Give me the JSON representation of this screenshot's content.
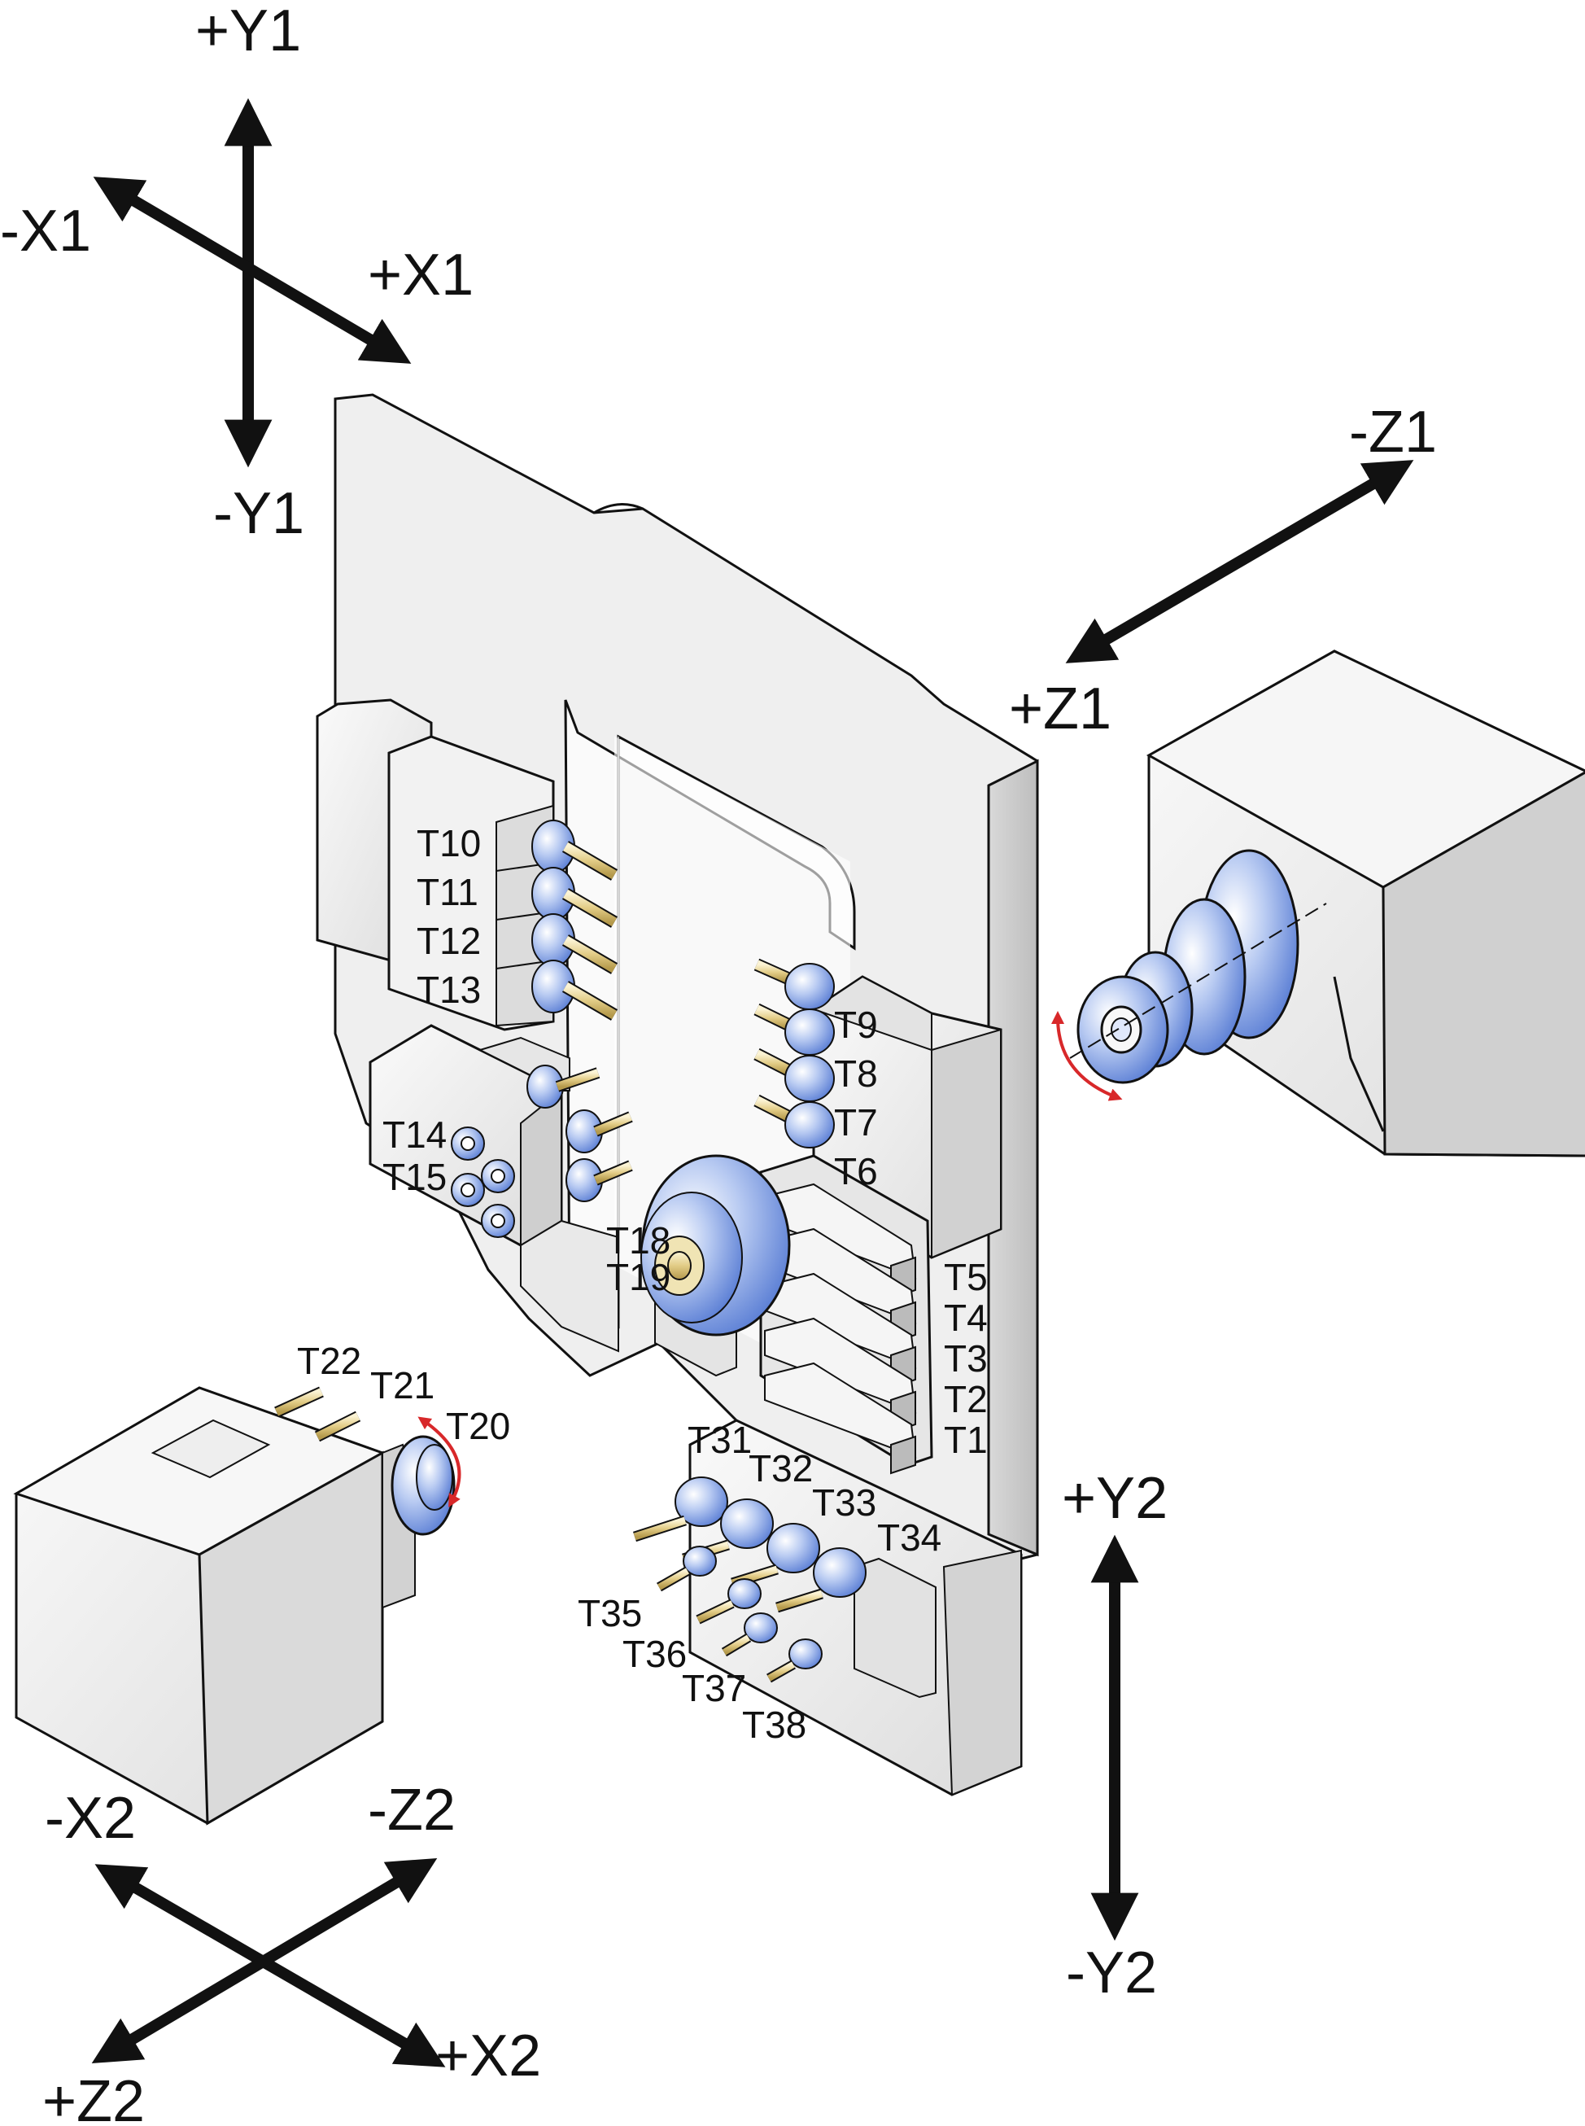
{
  "axes_group1": {
    "plus_y1": "+Y1",
    "minus_y1": "-Y1",
    "minus_x1": "-X1",
    "plus_x1": "+X1"
  },
  "axes_z1": {
    "minus_z1": "-Z1",
    "plus_z1": "+Z1"
  },
  "axes_y2": {
    "plus_y2": "+Y2",
    "minus_y2": "-Y2"
  },
  "axes_group2": {
    "minus_x2": "-X2",
    "minus_z2": "-Z2",
    "plus_z2": "+Z2",
    "plus_x2": "+X2"
  },
  "tools": {
    "t1": "T1",
    "t2": "T2",
    "t3": "T3",
    "t4": "T4",
    "t5": "T5",
    "t6": "T6",
    "t7": "T7",
    "t8": "T8",
    "t9": "T9",
    "t10": "T10",
    "t11": "T11",
    "t12": "T12",
    "t13": "T13",
    "t14": "T14",
    "t15": "T15",
    "t18": "T18",
    "t19": "T19",
    "t20": "T20",
    "t21": "T21",
    "t22": "T22",
    "t31": "T31",
    "t32": "T32",
    "t33": "T33",
    "t34": "T34",
    "t35": "T35",
    "t36": "T36",
    "t37": "T37",
    "t38": "T38"
  },
  "colors": {
    "machine_face": "#efefef",
    "machine_shade": "#d6d6d6",
    "tool_blue": "#7f9fe0",
    "tool_brass": "#e8d79a",
    "arrow": "#111111",
    "rotation_arrow": "#d8282a"
  }
}
